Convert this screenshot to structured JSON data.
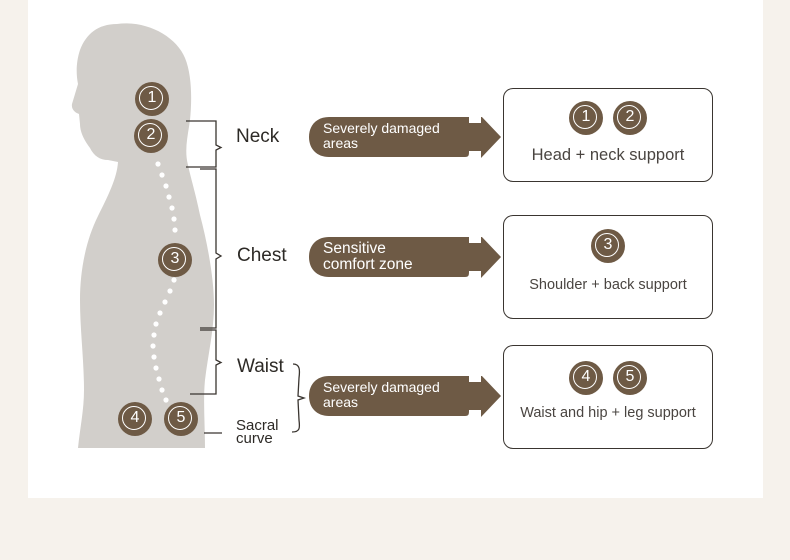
{
  "regions": {
    "neck": "Neck",
    "chest": "Chest",
    "waist": "Waist",
    "sacral_line1": "Sacral",
    "sacral_line2": "curve"
  },
  "spine_markers": [
    "1",
    "2",
    "3",
    "4",
    "5"
  ],
  "arrows": [
    {
      "line1": "Severely damaged",
      "line2": "areas"
    },
    {
      "line1": "Sensitive",
      "line2": "comfort zone"
    },
    {
      "line1": "Severely damaged",
      "line2": "areas"
    }
  ],
  "boxes": [
    {
      "numbers": [
        "1",
        "2"
      ],
      "text": "Head + neck support"
    },
    {
      "numbers": [
        "3"
      ],
      "text": "Shoulder + back support"
    },
    {
      "numbers": [
        "4",
        "5"
      ],
      "text": "Waist and hip + leg support"
    }
  ],
  "colors": {
    "brown": "#6e5a45",
    "silhouette": "#d2cfcb",
    "background": "#f6f2ec"
  }
}
